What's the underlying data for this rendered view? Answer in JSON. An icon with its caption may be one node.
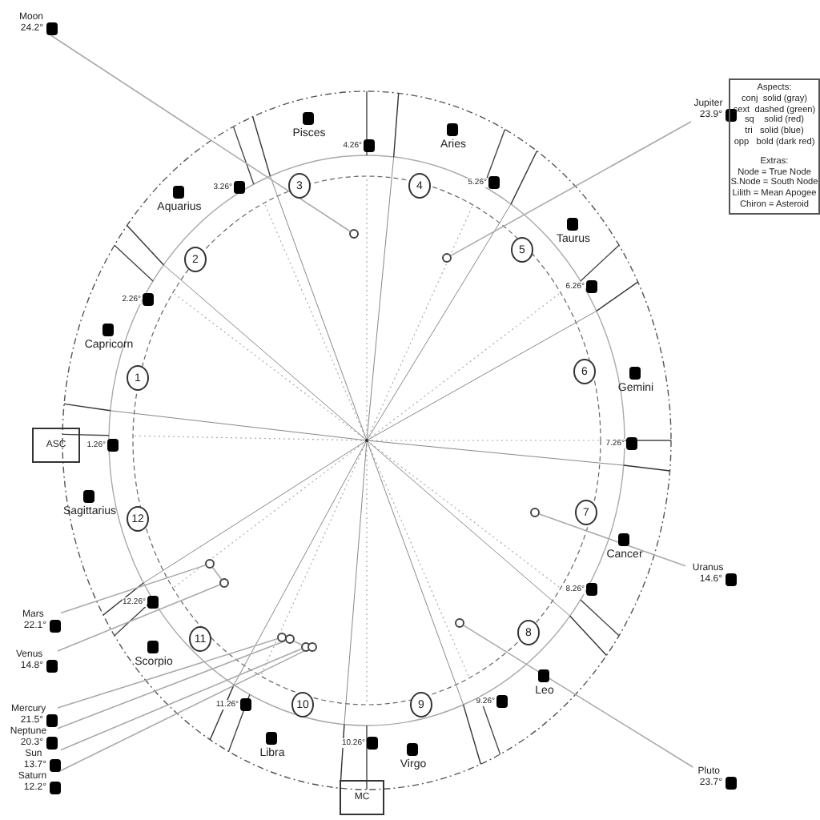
{
  "diagram": {
    "nodes": [
      {
        "text": [
          "Moon",
          "24.2°"
        ]
      },
      {
        "text": [
          "3"
        ]
      },
      {
        "text": [],
        "shape": "circle"
      },
      {
        "text": [
          "4"
        ]
      },
      {
        "text": [
          "Jupiter",
          "23.9°"
        ]
      },
      {
        "text": [
          "Aspects:",
          "conj  solid (gray)",
          "sext  dashed (green)",
          "sq    solid (red)",
          "tri   solid (blue)",
          "opp   bold (dark red)",
          "Extras:",
          "Node = True Node",
          "S.Node = South Node",
          "Lilith = Mean Apogee",
          "Chiron = Asteroid"
        ]
      },
      {
        "text": [],
        "shape": "circle"
      },
      {
        "text": [
          "5"
        ]
      },
      {
        "text": [
          "2"
        ]
      },
      {
        "text": [
          "6"
        ]
      },
      {
        "text": [
          "1"
        ]
      },
      {
        "text": [
          "ASC"
        ]
      },
      {
        "text": [
          "12"
        ]
      },
      {
        "text": [
          "7"
        ]
      },
      {
        "text": [],
        "shape": "circle"
      },
      {
        "text": [
          "Uranus",
          "14.6°"
        ]
      },
      {
        "text": [],
        "shape": "circle"
      },
      {
        "text": [],
        "shape": "circle"
      },
      {
        "text": [
          "Mars",
          "22.1°"
        ]
      },
      {
        "text": [
          "11"
        ]
      },
      {
        "text": [
          "8"
        ]
      },
      {
        "text": [],
        "shape": "circle"
      },
      {
        "text": [
          "Venus",
          "14.8°"
        ]
      },
      {
        "text": [],
        "shape": "circle"
      },
      {
        "text": [],
        "shape": "circle"
      },
      {
        "text": [],
        "shape": "circle"
      },
      {
        "text": [],
        "shape": "circle"
      },
      {
        "text": [
          "Mercury",
          "21.5°"
        ]
      },
      {
        "text": [
          "Neptune",
          "20.3°"
        ]
      },
      {
        "text": [
          "Sun",
          "13.7°"
        ]
      },
      {
        "text": [
          "Saturn",
          "12.2°"
        ]
      },
      {
        "text": [
          "10"
        ]
      },
      {
        "text": [
          "9"
        ]
      },
      {
        "text": [
          "MC"
        ]
      },
      {
        "text": [
          "Pluto",
          "23.7°"
        ]
      }
    ],
    "edges": [
      {
        "from": 0,
        "to": 2,
        "arrow": "none"
      },
      {
        "from": 4,
        "to": 6,
        "arrow": "none"
      },
      {
        "from": 15,
        "to": 14,
        "arrow": "none"
      },
      {
        "from": 34,
        "to": 21,
        "arrow": "none"
      },
      {
        "from": 18,
        "to": 16,
        "arrow": "none"
      },
      {
        "from": 22,
        "to": 17,
        "arrow": "none"
      },
      {
        "from": 27,
        "to": 23,
        "arrow": "none"
      },
      {
        "from": 28,
        "to": 24,
        "arrow": "none"
      },
      {
        "from": 29,
        "to": 25,
        "arrow": "none"
      },
      {
        "from": 30,
        "to": 26,
        "arrow": "none"
      },
      {
        "from": 16,
        "to": 17,
        "arrow": "none"
      },
      {
        "from": 24,
        "to": 25,
        "arrow": "none"
      }
    ],
    "labels": [
      "Pisces",
      "4.26°",
      "Aries",
      "5.26°",
      "3.26°",
      "Aquarius",
      "Taurus",
      "2.26°",
      "6.26°",
      "Capricorn",
      "Gemini",
      "1.26°",
      "7.26°",
      "Sagittarius",
      "Cancer",
      "8.26°",
      "12.26°",
      "Scorpio",
      "9.26°",
      "Leo",
      "11.26°",
      "10.26°",
      "Libra",
      "Virgo"
    ]
  }
}
